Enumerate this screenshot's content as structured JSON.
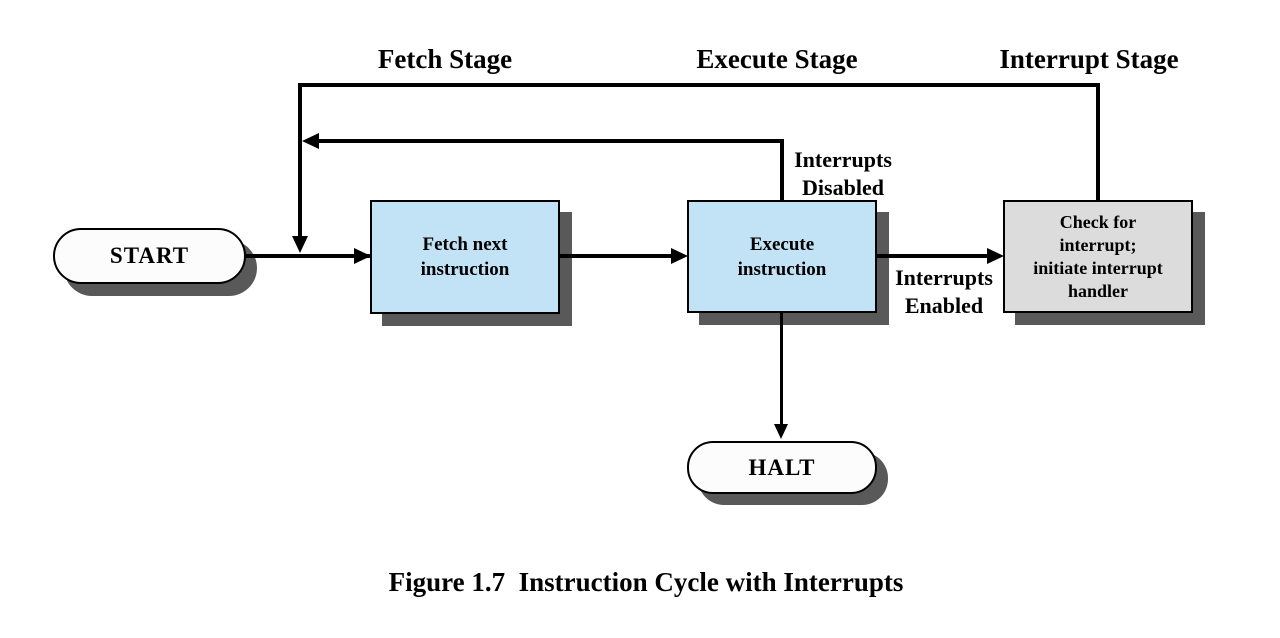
{
  "stage_labels": {
    "fetch": "Fetch Stage",
    "execute": "Execute Stage",
    "interrupt": "Interrupt Stage"
  },
  "nodes": {
    "start": {
      "label": "START"
    },
    "fetch": {
      "lines": [
        "Fetch next",
        "instruction"
      ]
    },
    "execute": {
      "lines": [
        "Execute",
        "instruction"
      ]
    },
    "check": {
      "lines": [
        "Check for",
        "interrupt;",
        "initiate interrupt",
        "handler"
      ]
    },
    "halt": {
      "label": "HALT"
    }
  },
  "edge_labels": {
    "interrupts_disabled": {
      "lines": [
        "Interrupts",
        "Disabled"
      ]
    },
    "interrupts_enabled": {
      "lines": [
        "Interrupts",
        "Enabled"
      ]
    }
  },
  "caption": "Figure 1.7  Instruction Cycle with Interrupts",
  "colors": {
    "process_fill": "#C2E2F5",
    "interrupt_fill": "#DCDCDC",
    "terminal_fill": "#FCFCFC",
    "box_shadow": "#595959",
    "line": "#000000",
    "background": "#FFFFFF"
  }
}
